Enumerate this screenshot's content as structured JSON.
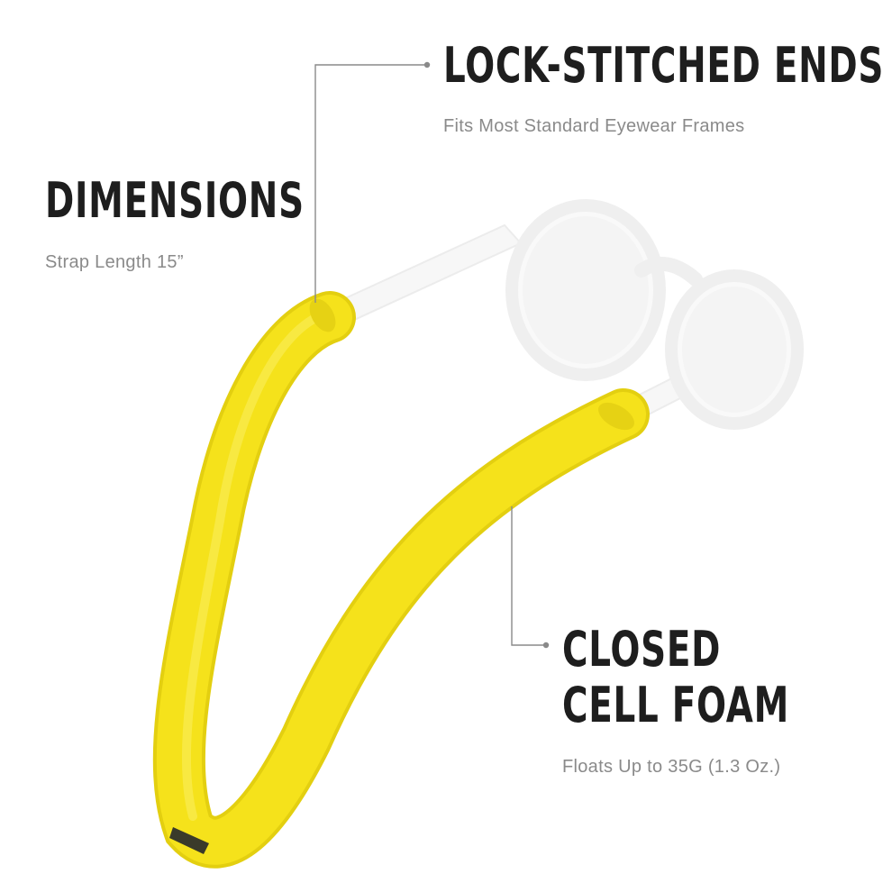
{
  "callouts": {
    "lock_stitched": {
      "title": "LOCK-STITCHED ENDS",
      "subtitle": "Fits Most Standard Eyewear Frames"
    },
    "dimensions": {
      "title": "DIMENSIONS",
      "subtitle": "Strap Length 15”"
    },
    "foam": {
      "title_line1": "CLOSED",
      "title_line2": "CELL FOAM",
      "subtitle": "Floats Up to 35G (1.3 Oz.)"
    }
  },
  "colors": {
    "strap": "#f5e21b",
    "headline": "#1e1e1e",
    "subtext": "#8a8a8a",
    "leader_line": "#8a8a8a",
    "glasses": "#f3f3f3"
  },
  "product": {
    "strap_icon": "foam-strap-icon",
    "glasses_icon": "sunglasses-icon"
  }
}
